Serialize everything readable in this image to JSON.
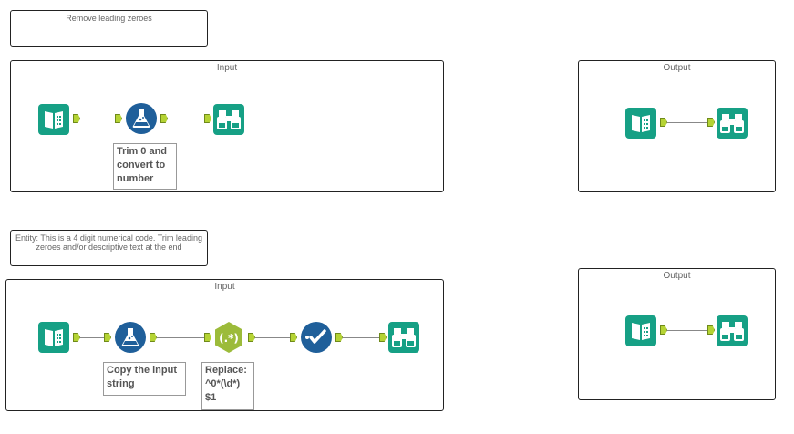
{
  "comment_top": "Remove leading zeroes",
  "container1": {
    "title": "Input"
  },
  "container_out1": {
    "title": "Output"
  },
  "tool_anno_formula1": "Trim 0 and convert to number",
  "comment_entity": "Entity: This is a 4 digit numerical code. Trim leading zeroes and/or descriptive text at the end",
  "container2": {
    "title": "Input"
  },
  "container_out2": {
    "title": "Output"
  },
  "tool_anno_formula2": "Copy the input string",
  "tool_anno_regex": "Replace: ^0*(\\d*) $1",
  "colors": {
    "teal": "#16a085",
    "blue": "#1f5f9a",
    "olive": "#9cbb3a",
    "anchor": "#b5d334"
  },
  "icons": [
    "input-data-icon",
    "formula-icon",
    "browse-icon",
    "regex-icon",
    "select-icon"
  ]
}
